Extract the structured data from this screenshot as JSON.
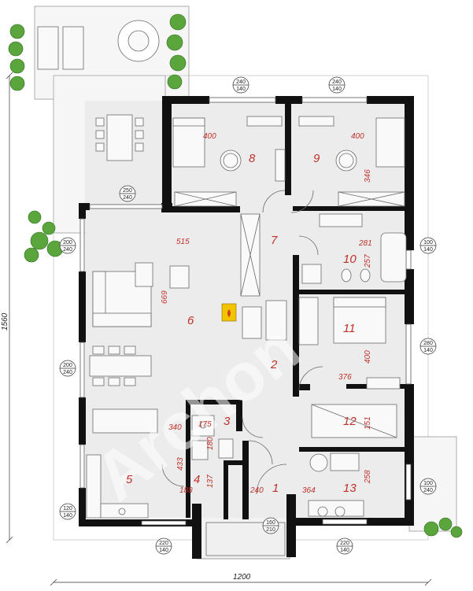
{
  "rooms": [
    {
      "key": "r1",
      "number": "1"
    },
    {
      "key": "r2",
      "number": "2"
    },
    {
      "key": "r3",
      "number": "3"
    },
    {
      "key": "r4",
      "number": "4"
    },
    {
      "key": "r5",
      "number": "5"
    },
    {
      "key": "r6",
      "number": "6"
    },
    {
      "key": "r7",
      "number": "7"
    },
    {
      "key": "r8",
      "number": "8"
    },
    {
      "key": "r9",
      "number": "9"
    },
    {
      "key": "r10",
      "number": "10"
    },
    {
      "key": "r11",
      "number": "11"
    },
    {
      "key": "r12",
      "number": "12"
    },
    {
      "key": "r13",
      "number": "13"
    }
  ],
  "room_dimensions": {
    "bed8_width": "400",
    "bed9_width": "400",
    "bed9_depth": "346",
    "living_width": "515",
    "living_depth": "669",
    "bath_width": "281",
    "bath_depth": "257",
    "bed11_width": "376",
    "bed11_depth": "400",
    "closet_depth": "151",
    "wc_width": "175",
    "wc_depth": "180",
    "kitchen_width": "340",
    "kitchen_depth": "433",
    "utility_width": "188",
    "utility_depth": "137",
    "hall_width": "240",
    "garage_width": "364",
    "garage_depth": "258"
  },
  "openings": {
    "w_top_left": {
      "w": "240",
      "h": "140"
    },
    "w_top_right": {
      "w": "240",
      "h": "140"
    },
    "w_terrace": {
      "w": "250",
      "h": "240"
    },
    "w_living_side": {
      "w": "200",
      "h": "240"
    },
    "w_dining": {
      "w": "200",
      "h": "240"
    },
    "w_kitchen": {
      "w": "120",
      "h": "140"
    },
    "w_bottom_left": {
      "w": "220",
      "h": "140"
    },
    "w_bath": {
      "w": "100",
      "h": "140"
    },
    "w_bed11": {
      "w": "280",
      "h": "140"
    },
    "w_garage_side": {
      "w": "100",
      "h": "240"
    },
    "door_entry": {
      "w": "160",
      "h": "210"
    },
    "w_bottom_right": {
      "w": "220",
      "h": "140"
    }
  },
  "overall": {
    "width": "1200",
    "depth": "1560"
  },
  "watermark": "Archon",
  "colors": {
    "wall": "#111111",
    "room_fill": "#ececec",
    "terrace_fill": "#f6f6f6",
    "dimension_text": "#c0312b",
    "stove_yellow": "#f2c400",
    "greenery": "#5aa63c"
  }
}
